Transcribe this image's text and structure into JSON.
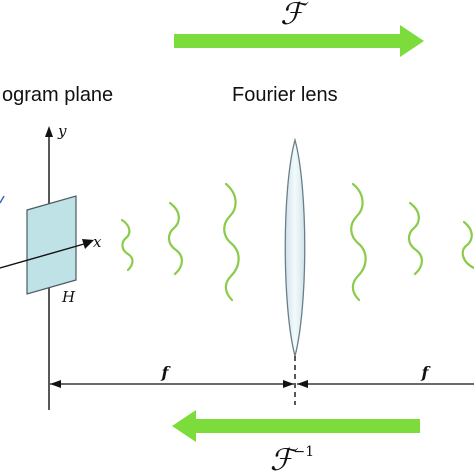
{
  "labels": {
    "hologram_plane": "ogram plane",
    "fourier_lens": "Fourier lens",
    "forward_transform": "ℱ",
    "inverse_transform_base": "ℱ",
    "inverse_transform_sup": "−1",
    "axis_x": "x",
    "axis_y": "y",
    "plane_h": "H",
    "dist_left": "f",
    "dist_right": "f"
  },
  "colors": {
    "arrow": "#7cdc3c",
    "wave": "#8acb4a",
    "plane_fill": "#bfe2e6",
    "plane_stroke": "#4a5a60",
    "lens_fill": "#e3f1f5",
    "lens_stroke": "#6b7f88",
    "line": "#111111"
  }
}
